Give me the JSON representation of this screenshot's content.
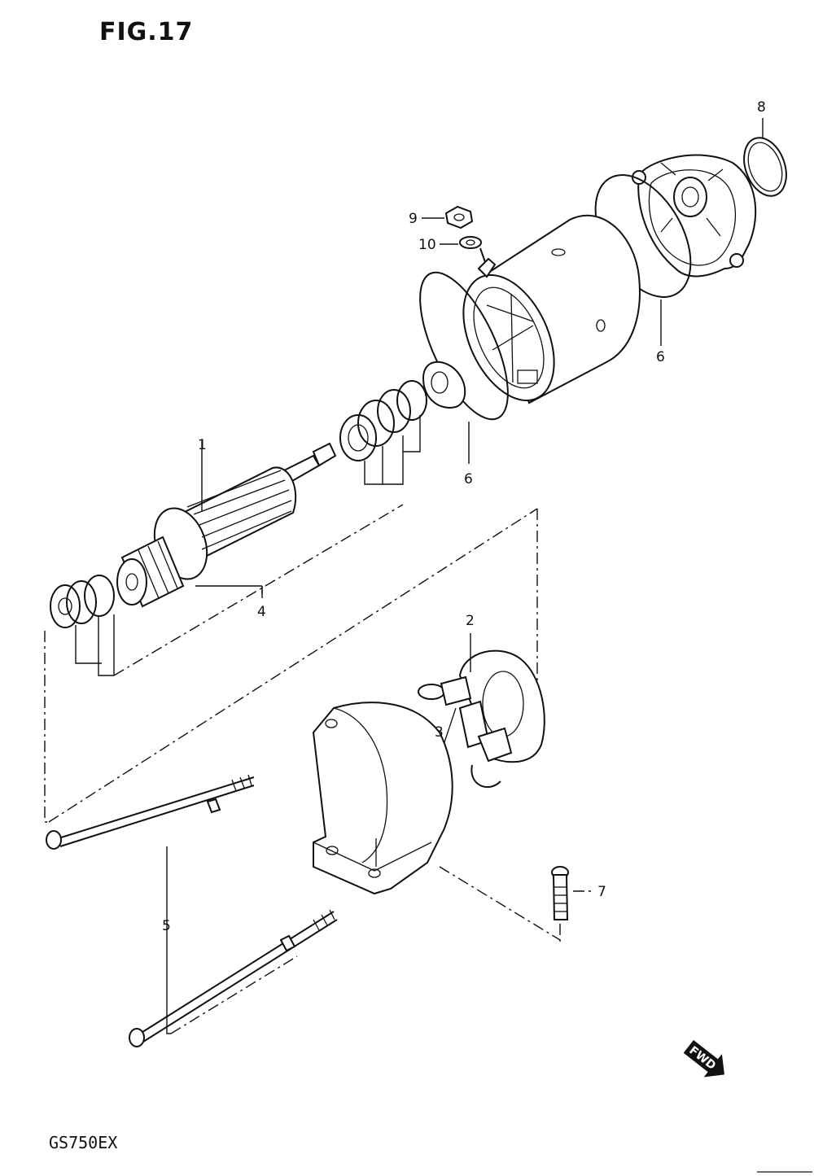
{
  "figure": {
    "title": "FIG.17",
    "model_code": "GS750EX"
  },
  "callouts": [
    {
      "id": "1",
      "text": "1"
    },
    {
      "id": "2",
      "text": "2"
    },
    {
      "id": "3",
      "text": "3"
    },
    {
      "id": "4",
      "text": "4"
    },
    {
      "id": "5",
      "text": "5"
    },
    {
      "id": "6a",
      "text": "6"
    },
    {
      "id": "6b",
      "text": "6"
    },
    {
      "id": "7",
      "text": "7"
    },
    {
      "id": "8",
      "text": "8"
    },
    {
      "id": "9",
      "text": "9"
    },
    {
      "id": "10",
      "text": "10"
    }
  ],
  "direction_badge": {
    "text": "FWD",
    "icon": "fwd-arrow-icon"
  }
}
